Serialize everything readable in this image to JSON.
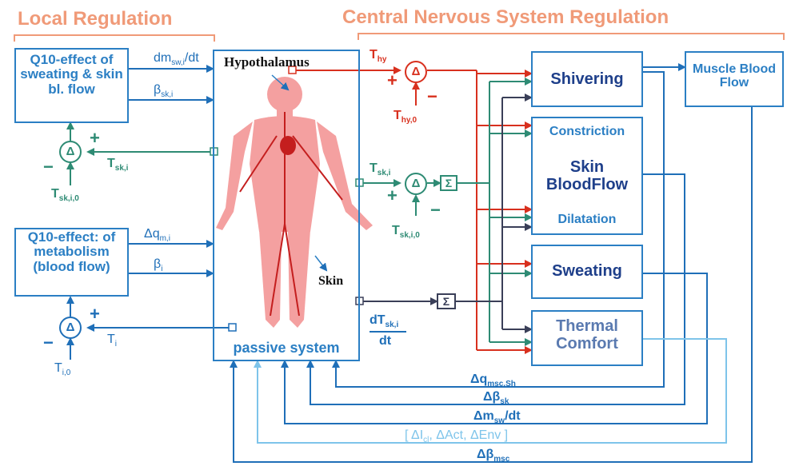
{
  "headers": {
    "local": "Local Regulation",
    "central": "Central Nervous System Regulation"
  },
  "boxes": {
    "q10_sweat": "Q10-effect of sweating & skin bl. flow",
    "q10_metab": "Q10-effect: of metabolism (blood flow)",
    "passive": "passive system",
    "shivering": "Shivering",
    "muscle": "Muscle Blood Flow",
    "constriction": "Constriction",
    "skin_blood_flow": "Skin BloodFlow",
    "dilatation": "Dilatation",
    "sweating": "Sweating",
    "thermal_comfort": "Thermal Comfort"
  },
  "symbols": {
    "delta": "Δ",
    "sigma": "Σ",
    "plus": "+",
    "minus": "−"
  },
  "labels": {
    "hypothalamus": "Hypothalamus",
    "skin": "Skin",
    "dmsw": "dm",
    "dmsw_sub": "sw,i",
    "dmsw_tail": "/dt",
    "beta_ski": "β",
    "beta_ski_sub": "sk,i",
    "tski_left": "T",
    "tski_left_sub": "sk,i",
    "tski0_left": "T",
    "tski0_left_sub": "sk,i,0",
    "dqm": "Δq",
    "dqm_sub": "m,i",
    "beta_i": "β",
    "beta_i_sub": "i",
    "ti": "T",
    "ti_sub": "i",
    "ti0": "T",
    "ti0_sub": "i,0",
    "thy": "T",
    "thy_sub": "hy",
    "thy0": "T",
    "thy0_sub": "hy,0",
    "tski_right": "T",
    "tski_right_sub": "sk,i",
    "tski0_right": "T",
    "tski0_right_sub": "sk,i,0",
    "dtski_num": "dT",
    "dtski_num_sub": "sk,i",
    "dtski_den": "dt"
  },
  "feedback": {
    "dq_msc": "Δq",
    "dq_msc_sub": "msc,Sh",
    "dbeta_sk": "Δβ",
    "dbeta_sk_sub": "sk",
    "dm_sw": "Δm",
    "dm_sw_sub": "sw",
    "dm_sw_tail": "/dt",
    "env": "[ ΔI",
    "env_sub": "cl",
    "env_tail": ", ΔAct, ΔEnv ]",
    "dbeta_msc": "Δβ",
    "dbeta_msc_sub": "msc"
  },
  "colors": {
    "blue": "#1f6fb8",
    "green": "#2e8b74",
    "red": "#d8301e",
    "dark": "#3a3f58",
    "light_blue": "#7ec4ea",
    "header": "#f09a78",
    "body": "#f4a0a0"
  }
}
